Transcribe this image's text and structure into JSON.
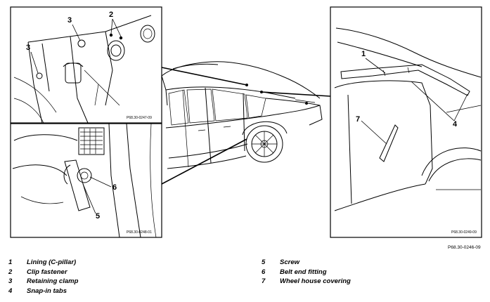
{
  "figure_ref": "P68.30-0246-09",
  "inset_refs": {
    "top_left": "P68.30-0247-09",
    "bottom_left": "P68.30-0248-01",
    "right": "P68.30-0249-09"
  },
  "callouts": {
    "one": "1",
    "two": "2",
    "three": "3",
    "four": "4",
    "five": "5",
    "six": "6",
    "seven": "7"
  },
  "legend": [
    {
      "num": "1",
      "text": "Lining (C-pillar)"
    },
    {
      "num": "2",
      "text": "Clip fastener"
    },
    {
      "num": "3",
      "text": "Retaining clamp"
    },
    {
      "num": "4",
      "text": "Snap-in tabs"
    },
    {
      "num": "5",
      "text": "Screw"
    },
    {
      "num": "6",
      "text": "Belt end fitting"
    },
    {
      "num": "7",
      "text": "Wheel house covering"
    }
  ]
}
